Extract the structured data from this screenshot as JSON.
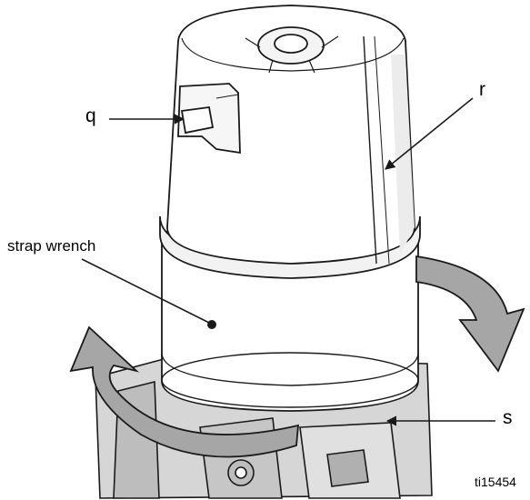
{
  "labels": {
    "q": "q",
    "r": "r",
    "s": "s",
    "strap_wrench": "strap wrench",
    "figure_id": "ti15454"
  },
  "colors": {
    "line": "#1a1a1a",
    "canister_fill": "#ffffff",
    "shade": "#d9d9d9",
    "arrow_fill": "#a6a6a6",
    "base_fill": "#cfcfcf"
  },
  "icons": {
    "rotation_left": "curved-arrow-counterclockwise-icon",
    "rotation_right": "curved-arrow-clockwise-icon"
  }
}
